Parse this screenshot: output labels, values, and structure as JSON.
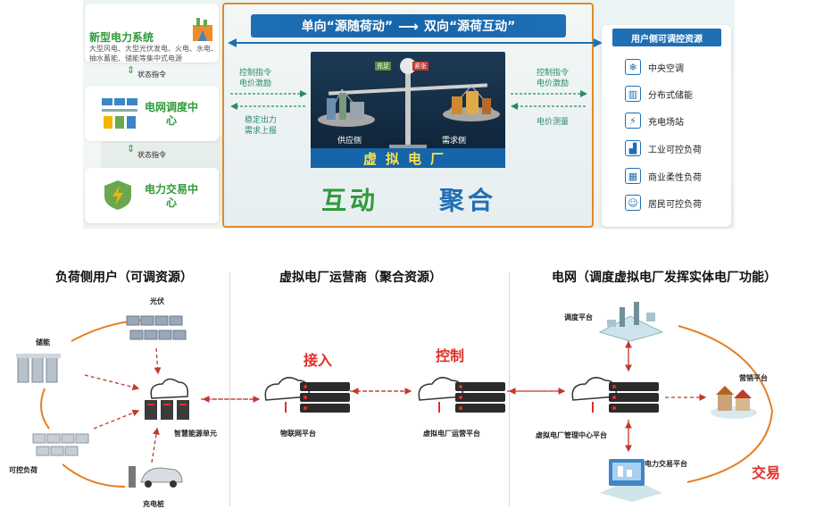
{
  "top": {
    "left": {
      "new_power_title": "新型电力系统",
      "new_power_desc": "大型风电、大型光伏发电、火电、水电、抽水蓄能、储能等集中式电源",
      "status_cmd_1": "状态指令",
      "dispatch_center": "电网调度中心",
      "status_cmd_2": "状态指令",
      "trading_center": "电力交易中心"
    },
    "banner": {
      "part1": "单向“源随荷动”",
      "part2": "双向“源荷互动”"
    },
    "left_labels": {
      "control_1": "控制指令",
      "price_1": "电价激励",
      "stable_1": "稳定出力",
      "report_1": "需求上报"
    },
    "right_labels": {
      "control_2": "控制指令",
      "price_2": "电价激励",
      "measure": "电价测量"
    },
    "scale": {
      "tag_left": "充足",
      "tag_right": "紧张",
      "supply": "供应侧",
      "demand": "需求侧",
      "vpp": "虚拟电厂"
    },
    "interact_word": "互动",
    "aggregate_word": "聚合",
    "right_panel": {
      "title": "用户侧可调控资源",
      "items": [
        {
          "label": "中央空调",
          "icon": "snowflake-icon"
        },
        {
          "label": "分布式储能",
          "icon": "battery-storage-icon"
        },
        {
          "label": "充电场站",
          "icon": "charging-station-icon"
        },
        {
          "label": "工业可控负荷",
          "icon": "factory-icon"
        },
        {
          "label": "商业柔性负荷",
          "icon": "commercial-building-icon"
        },
        {
          "label": "居民可控负荷",
          "icon": "residents-icon"
        }
      ]
    }
  },
  "bottom": {
    "titles": {
      "load_side": "负荷侧用户（可调资源）",
      "operator": "虚拟电厂运营商（聚合资源）",
      "grid": "电网（调度虚拟电厂发挥实体电厂功能）"
    },
    "load_nodes": {
      "pv": "光伏",
      "storage": "储能",
      "controllable_load": "可控负荷",
      "charging_pile": "充电桩",
      "smart_unit": "智慧能源单元"
    },
    "operator_nodes": {
      "iot_platform": "物联网平台",
      "vpp_ops_platform": "虚拟电厂运营平台",
      "access": "接入",
      "control": "控制"
    },
    "grid_nodes": {
      "dispatch_platform": "调度平台",
      "vpp_mgmt_platform": "虚拟电厂管理中心平台",
      "marketing_platform": "营销平台",
      "trading_platform": "电力交易平台",
      "trade": "交易"
    }
  },
  "colors": {
    "accent_blue": "#1f6fb5",
    "green": "#2f9a3a",
    "orange_border": "#e08a2c",
    "red": "#e0302a",
    "vpp_yellow": "#ffe14a"
  }
}
